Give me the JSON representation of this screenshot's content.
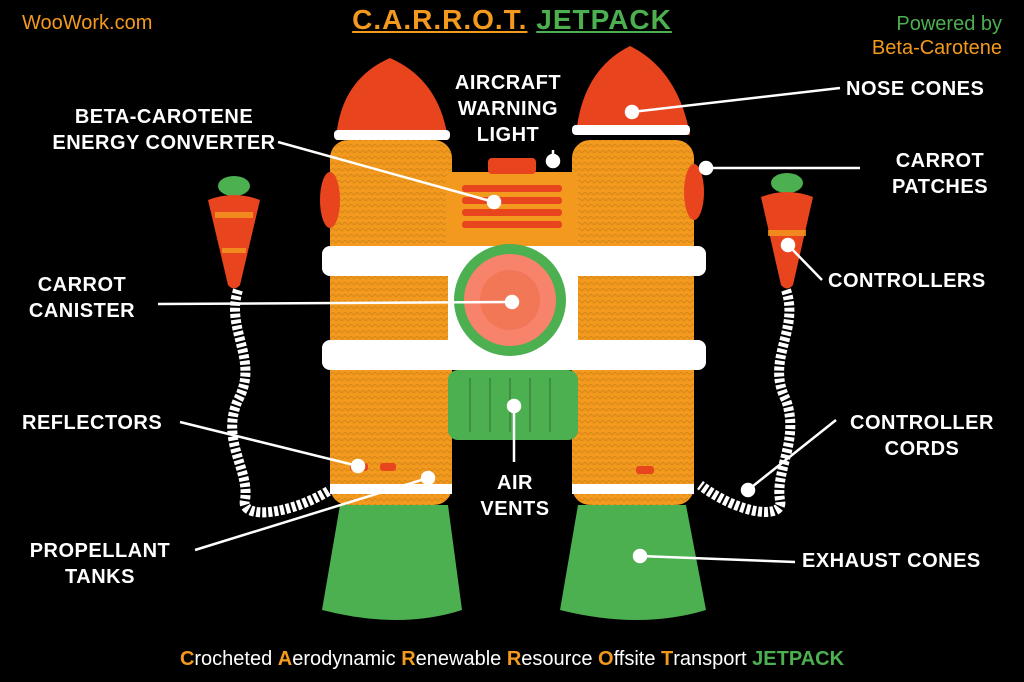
{
  "header": {
    "site": "WooWork.com",
    "title_part1": "C.A.R.R.O.T.",
    "title_part2": "JETPACK",
    "powered_line1": "Powered by",
    "powered_line2": "Beta-Carotene"
  },
  "labels": {
    "aircraft_warning_1": "AIRCRAFT",
    "aircraft_warning_2": "WARNING",
    "aircraft_warning_3": "LIGHT",
    "nose_cones": "NOSE CONES",
    "beta_1": "BETA-CAROTENE",
    "beta_2": "ENERGY CONVERTER",
    "carrot_patches_1": "CARROT",
    "carrot_patches_2": "PATCHES",
    "carrot_canister_1": "CARROT",
    "carrot_canister_2": "CANISTER",
    "controllers": "CONTROLLERS",
    "reflectors": "REFLECTORS",
    "controller_cords_1": "CONTROLLER",
    "controller_cords_2": "CORDS",
    "air_vents_1": "AIR",
    "air_vents_2": "VENTS",
    "propellant_1": "PROPELLANT",
    "propellant_2": "TANKS",
    "exhaust_cones": "EXHAUST CONES"
  },
  "footer": {
    "c_letter": "C",
    "c_rest": "rocheted",
    "a_letter": "A",
    "a_rest": "erodynamic",
    "r1_letter": "R",
    "r1_rest": "enewable",
    "r2_letter": "R",
    "r2_rest": "esource",
    "o_letter": "O",
    "o_rest": "ffsite",
    "t_letter": "T",
    "t_rest": "ransport",
    "jetpack": "JETPACK"
  },
  "colors": {
    "orange": "#f39a1e",
    "green": "#4caf50",
    "red": "#e8451f",
    "white": "#ffffff",
    "background": "#000000"
  }
}
